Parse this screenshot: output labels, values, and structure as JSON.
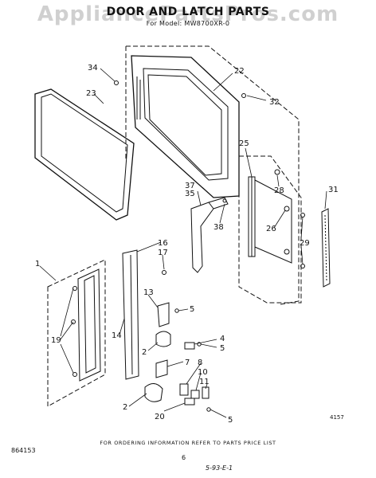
{
  "header": {
    "title": "DOOR AND LATCH PARTS",
    "model_line": "For Model: MW8700XR-0",
    "watermark": "AppliancePartsPros.com"
  },
  "callouts": {
    "c34": "34",
    "c23": "23",
    "c22": "22",
    "c32": "32",
    "c25": "25",
    "c28": "28",
    "c31": "31",
    "c37": "37",
    "c35": "35",
    "c38": "38",
    "c26": "26",
    "c29": "29",
    "c1": "1",
    "c16": "16",
    "c17": "17",
    "c19": "19",
    "c13": "13",
    "c5a": "5",
    "c14": "14",
    "c2a": "2",
    "c4": "4",
    "c5b": "5",
    "c7": "7",
    "c8": "8",
    "c10": "10",
    "c11": "11",
    "c2b": "2",
    "c20": "20",
    "c5c": "5"
  },
  "footer": {
    "ordering_note": "FOR ORDERING INFORMATION REFER TO PARTS PRICE LIST",
    "document_number": "864153",
    "page_number": "6",
    "signature": "5-93-E-1",
    "figure_code": "4157"
  },
  "colors": {
    "ink": "#111111",
    "watermark": "#aaaaaa",
    "background": "#ffffff"
  }
}
